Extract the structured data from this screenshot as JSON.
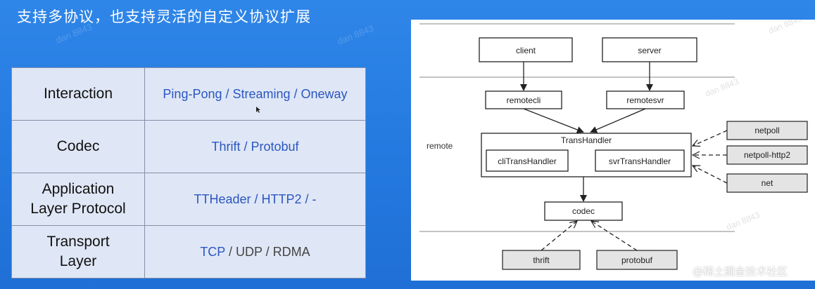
{
  "slide": {
    "title": "支持多协议，也支持灵活的自定义协议扩展",
    "watermark": "dan 8843",
    "footer": "@稀土掘金技术社区"
  },
  "table": {
    "rows": [
      {
        "key": "Interaction",
        "value": "Ping-Pong / Streaming / Oneway"
      },
      {
        "key": "Codec",
        "value": "Thrift / Protobuf"
      },
      {
        "key": "Application Layer Protocol",
        "key_line1": "Application",
        "key_line2": "Layer Protocol",
        "value": "TTHeader / HTTP2 / -"
      },
      {
        "key": "Transport Layer",
        "key_line1": "Transport",
        "key_line2": "Layer",
        "value_hl": "TCP",
        "value_rest": " / UDP / RDMA"
      }
    ]
  },
  "diagram": {
    "layer_label": "remote",
    "nodes": {
      "client": "client",
      "server": "server",
      "remotecli": "remotecli",
      "remotesvr": "remotesvr",
      "transhandler": "TransHandler",
      "clitranshandler": "cliTransHandler",
      "svrtranshandler": "svrTransHandler",
      "codec": "codec",
      "thrift": "thrift",
      "protobuf": "protobuf",
      "netpoll": "netpoll",
      "netpoll_http2": "netpoll-http2",
      "net": "net"
    },
    "colors": {
      "ext_fill": "#e4e4e4",
      "line": "#222222"
    }
  }
}
